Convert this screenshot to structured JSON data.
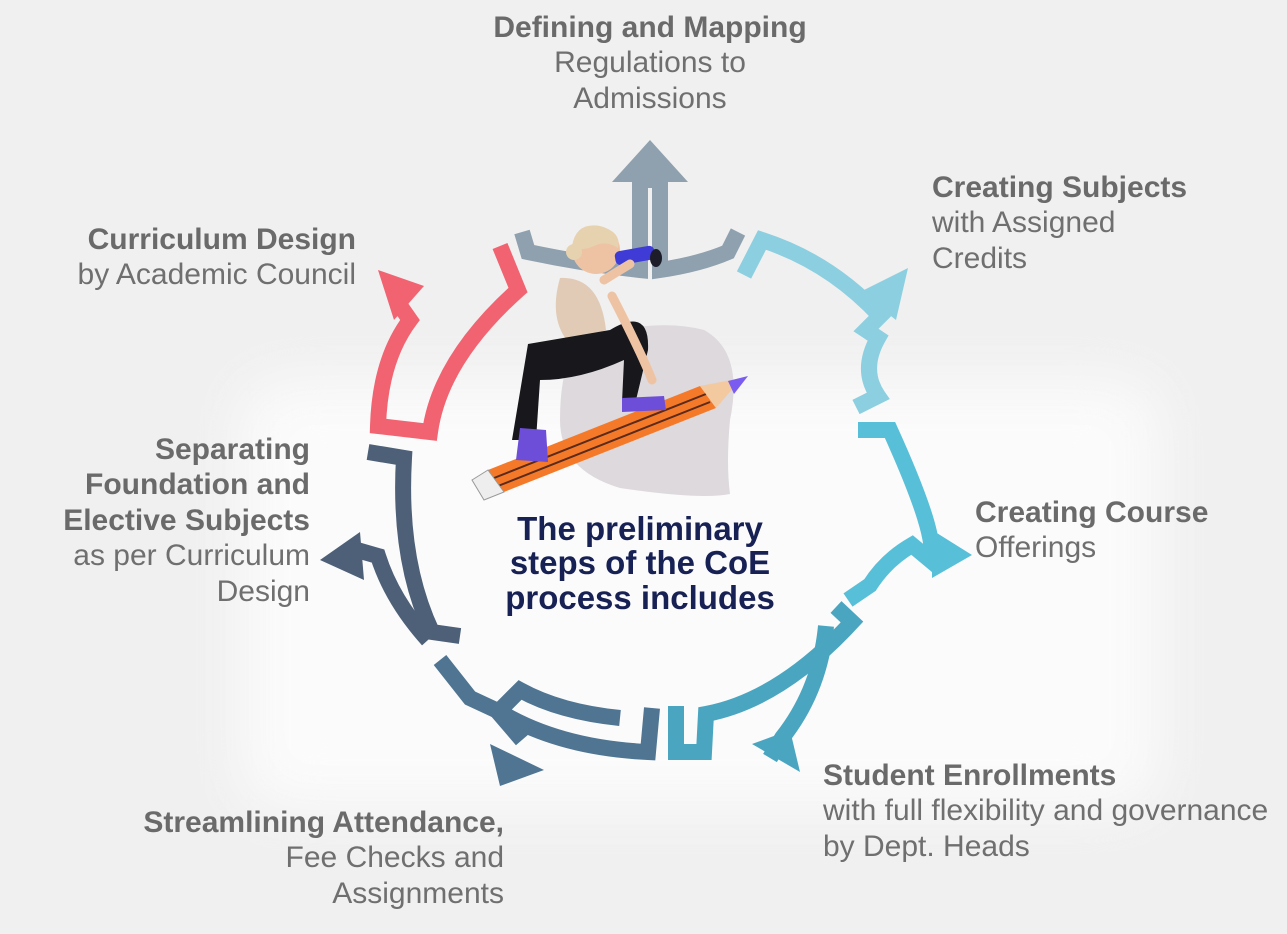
{
  "center": {
    "title": "The preliminary steps of the CoE process includes"
  },
  "steps": [
    {
      "bold": "Defining and Mapping",
      "text": "Regulations to Admissions",
      "color": "#8fa0ae"
    },
    {
      "bold": "Creating Subjects",
      "text": "with Assigned Credits",
      "color": "#8ccfe0"
    },
    {
      "bold": "Creating Course",
      "text": "Offerings",
      "color": "#58bfd9"
    },
    {
      "bold": "Student Enrollments",
      "text": "with full flexibility and governance by Dept. Heads",
      "color": "#4aa6c0"
    },
    {
      "bold": "Streamlining Attendance,",
      "text": "Fee Checks and Assignments",
      "color": "#4f7592"
    },
    {
      "bold": "Separating Foundation and Elective Subjects",
      "text": "as per Curriculum Design",
      "color": "#4d6078"
    },
    {
      "bold": "Curriculum Design",
      "text": "by Academic Council",
      "color": "#f16370"
    }
  ],
  "illustration": {
    "name": "person with telescope riding pencil"
  }
}
